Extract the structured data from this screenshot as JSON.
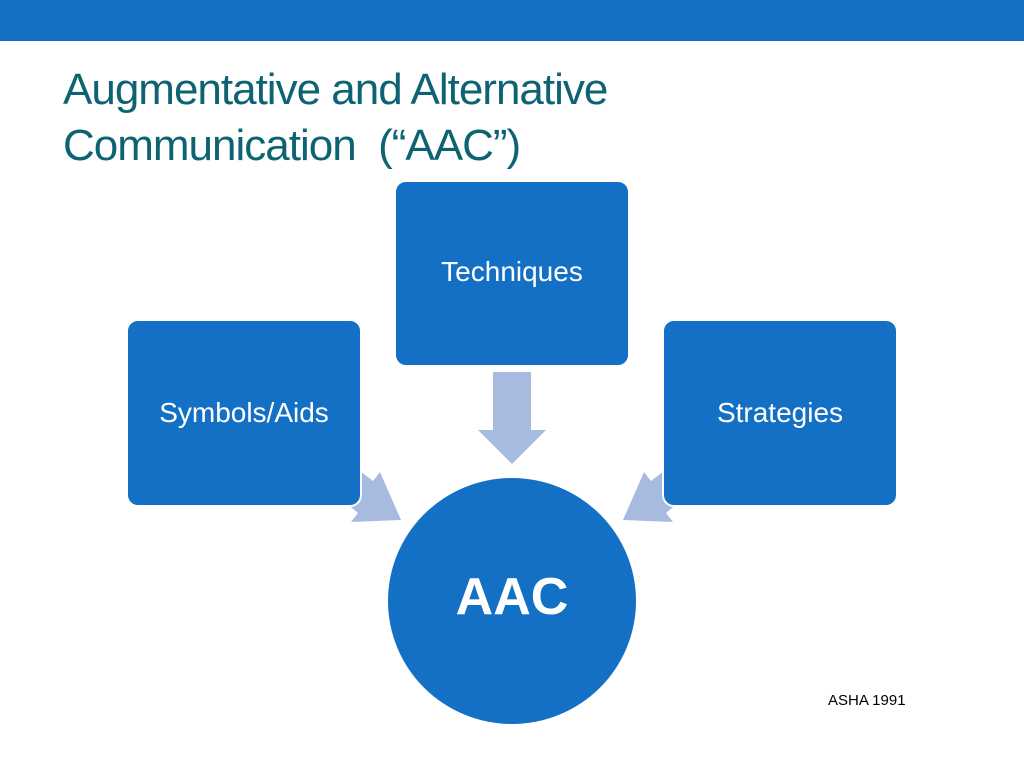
{
  "slide": {
    "title_line1": "Augmentative and Alternative",
    "title_line2": "Communication  (“AAC”)",
    "source_note": "ASHA 1991"
  },
  "diagram": {
    "center": {
      "label": "AAC"
    },
    "nodes": [
      {
        "label": "Techniques"
      },
      {
        "label": "Symbols/Aids"
      },
      {
        "label": "Strategies"
      }
    ]
  },
  "colors": {
    "accent_bar": "#1370c4",
    "node_fill": "#1370c4",
    "title_text": "#0e6373",
    "arrow_fill": "#a8badf"
  }
}
